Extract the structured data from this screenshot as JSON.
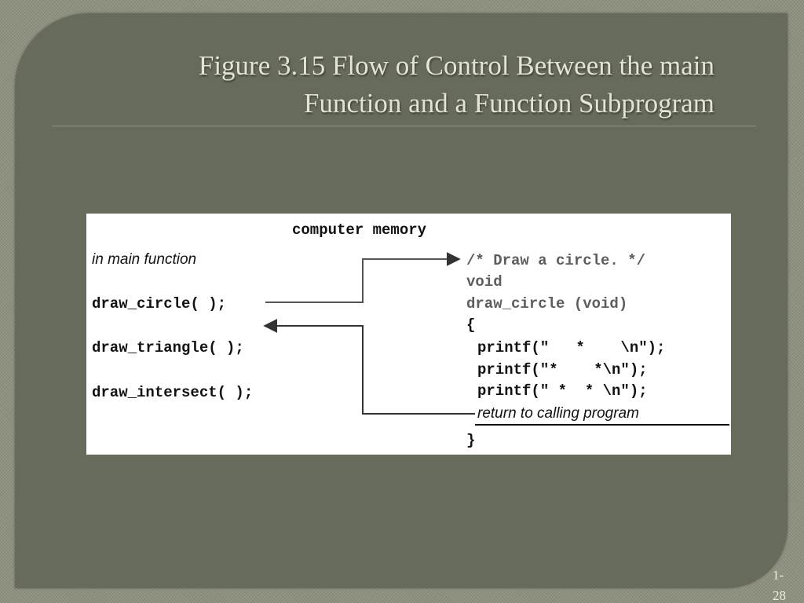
{
  "slide": {
    "title_line1": "Figure 3.15  Flow of Control Between the main",
    "title_line2": "Function and a Function Subprogram",
    "page_number_line1": "1-",
    "page_number_line2": "28"
  },
  "figure": {
    "heading": "computer memory",
    "left_label": "in main function",
    "main_calls": [
      "draw_circle( );",
      "draw_triangle( );",
      "draw_intersect( );"
    ],
    "function_comment": "/* Draw a circle. */",
    "function_return_type": "void",
    "function_signature": "draw_circle (void)",
    "open_brace": "{",
    "printf_lines": [
      "printf(\"   *    \\n\");",
      "printf(\"*    *\\n\");",
      "printf(\" *  * \\n\");"
    ],
    "return_label": "return to calling program",
    "close_brace": "}"
  },
  "colors": {
    "background": "#8e917e",
    "panel": "#676b5b",
    "title_text": "#e3e4d6",
    "title_rule": "#8a9a79",
    "comment_text": "#5d5d5d",
    "arrow": "#333333"
  }
}
